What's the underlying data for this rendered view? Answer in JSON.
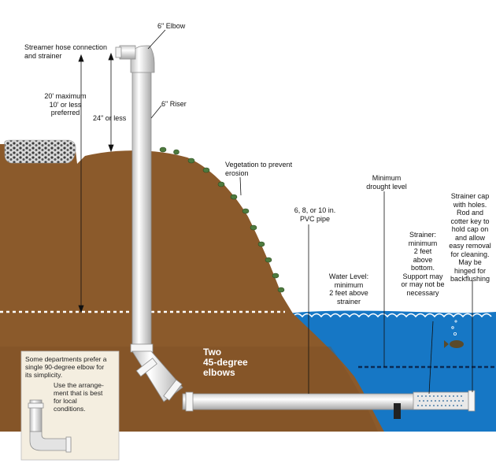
{
  "labels": {
    "elbow_6": "6\" Elbow",
    "streamer_hose": "Streamer hose connection\nand strainer",
    "max_height": "20' maximum\n10' or less\npreferred",
    "twentyfour_in": "24\" or less",
    "riser_6": "6\" Riser",
    "vegetation": "Vegetation to prevent\nerosion",
    "min_drought": "Minimum\ndrought level",
    "pvc_pipe": "6, 8, or 10 in.\nPVC pipe",
    "strainer_cap": "Strainer cap\nwith holes.\nRod and\ncotter key to\nhold cap on\nand allow\neasy removal\nfor cleaning.\nMay be\nhinged for\nbackflushing",
    "strainer": "Strainer:\nminimum\n2 feet\nabove\nbottom.\nSupport may\nor may not be\nnecessary",
    "water_level": "Water Level:\nminimum\n2 feet above\nstrainer",
    "two_elbows": "Two\n45-degree\nelbows"
  },
  "inset_box": {
    "text_top": "Some departments prefer a\nsingle 90-degree elbow for\nits simplicity.",
    "text_bottom": "Use the arrange-\nment that is best\nfor local\nconditions."
  },
  "colors": {
    "soil": "#8B5A2B",
    "water": "#1577C4",
    "pipe": "#E6E6E6",
    "vegetation": "#4E7A3E",
    "inset_bg": "#F4EEE0"
  }
}
